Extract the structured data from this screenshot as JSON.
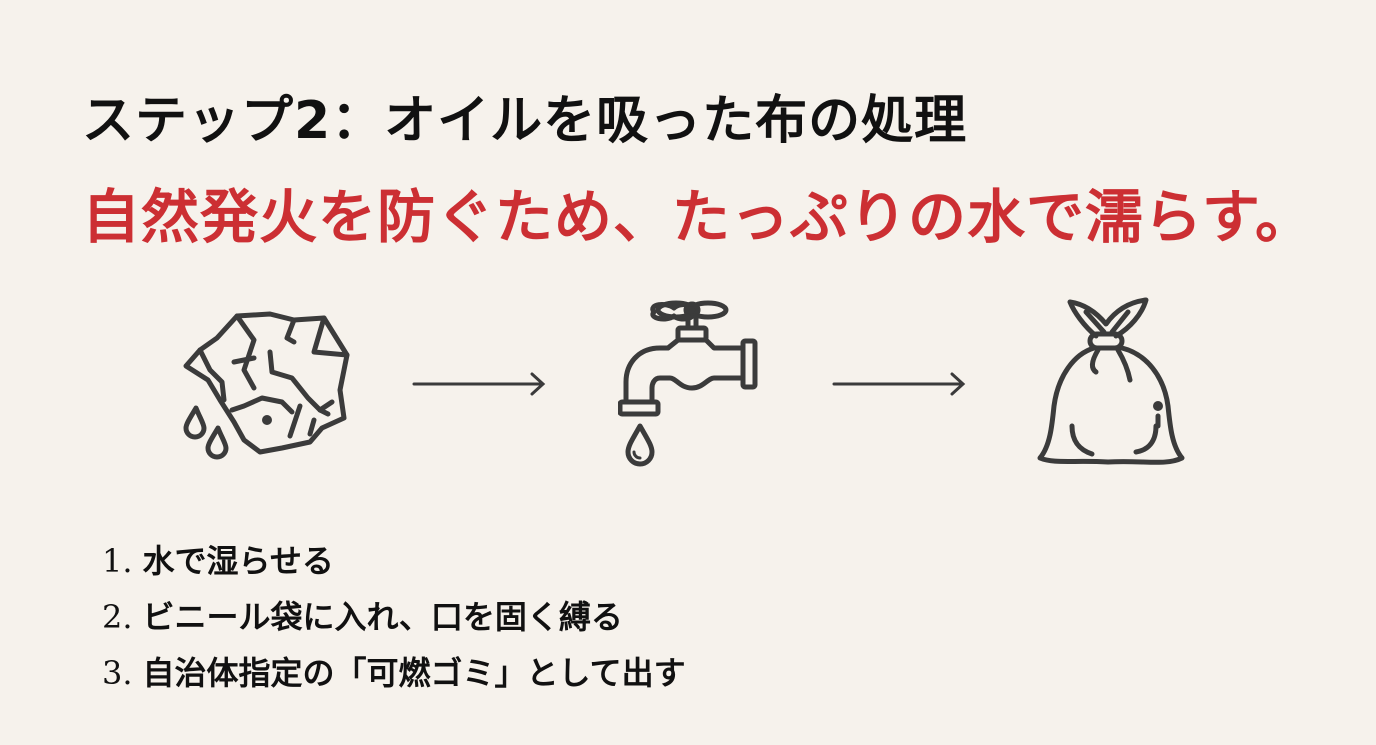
{
  "header": {
    "title": "ステップ2：オイルを吸った布の処理",
    "subtitle": "自然発火を防ぐため、たっぷりの水で濡らす。"
  },
  "colors": {
    "background": "#f6f2ec",
    "title": "#111111",
    "accent": "#cc2f33",
    "icon_stroke": "#3b3b3b"
  },
  "flow": {
    "icons": [
      "crumpled-cloth-with-drops-icon",
      "water-faucet-icon",
      "tied-garbage-bag-icon"
    ],
    "arrows": [
      "arrow-right-icon",
      "arrow-right-icon"
    ]
  },
  "steps": [
    {
      "num": "1.",
      "text": "水で湿らせる"
    },
    {
      "num": "2.",
      "text": "ビニール袋に入れ、口を固く縛る"
    },
    {
      "num": "3.",
      "text": "自治体指定の「可燃ゴミ」として出す"
    }
  ]
}
